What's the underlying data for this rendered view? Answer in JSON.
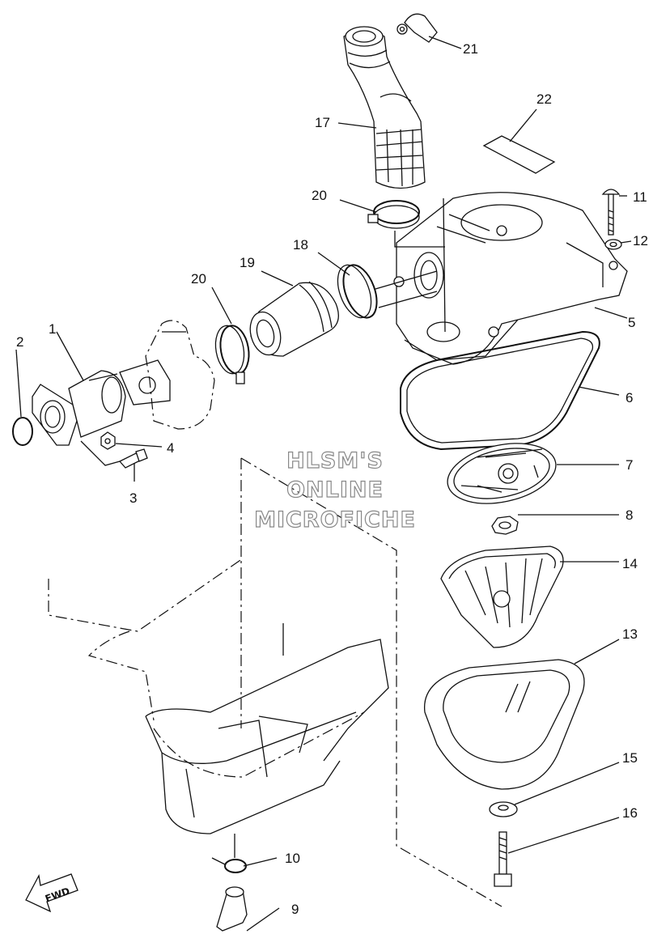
{
  "watermark": {
    "line1": "HLSM'S",
    "line2": "ONLINE",
    "line3": "MICROFICHE"
  },
  "direction_arrow": {
    "label": "FWD"
  },
  "callouts": [
    {
      "id": "callout-1",
      "number": "1"
    },
    {
      "id": "callout-2",
      "number": "2"
    },
    {
      "id": "callout-3",
      "number": "3"
    },
    {
      "id": "callout-4",
      "number": "4"
    },
    {
      "id": "callout-5",
      "number": "5"
    },
    {
      "id": "callout-6",
      "number": "6"
    },
    {
      "id": "callout-7",
      "number": "7"
    },
    {
      "id": "callout-8",
      "number": "8"
    },
    {
      "id": "callout-9",
      "number": "9"
    },
    {
      "id": "callout-10",
      "number": "10"
    },
    {
      "id": "callout-11",
      "number": "11"
    },
    {
      "id": "callout-12",
      "number": "12"
    },
    {
      "id": "callout-13",
      "number": "13"
    },
    {
      "id": "callout-14",
      "number": "14"
    },
    {
      "id": "callout-15",
      "number": "15"
    },
    {
      "id": "callout-16",
      "number": "16"
    },
    {
      "id": "callout-17",
      "number": "17"
    },
    {
      "id": "callout-18",
      "number": "18"
    },
    {
      "id": "callout-19",
      "number": "19"
    },
    {
      "id": "callout-20a",
      "number": "20"
    },
    {
      "id": "callout-20b",
      "number": "20"
    },
    {
      "id": "callout-21",
      "number": "21"
    },
    {
      "id": "callout-22",
      "number": "22"
    }
  ]
}
